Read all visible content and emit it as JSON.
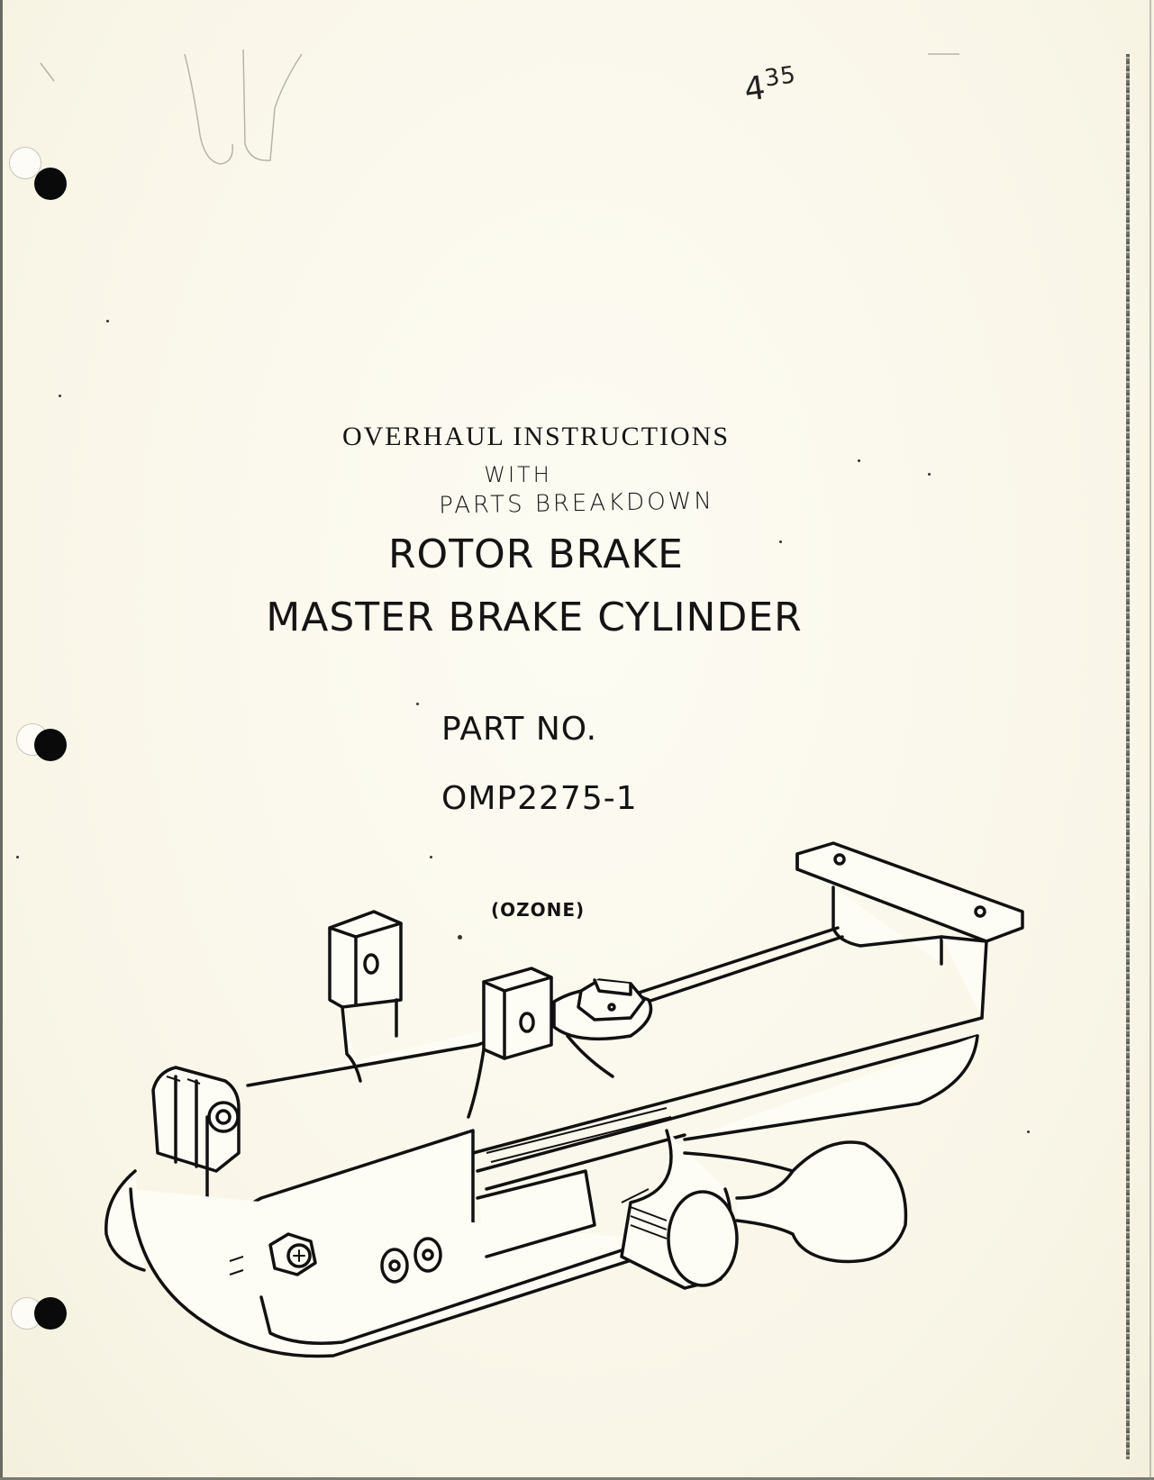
{
  "document": {
    "handwritten_number": {
      "base": "4",
      "superscript": "35"
    },
    "title_lines": {
      "line1": "OVERHAUL INSTRUCTIONS",
      "line2": "WITH",
      "line3": "PARTS BREAKDOWN",
      "line4": "ROTOR BRAKE",
      "line5": "MASTER BRAKE CYLINDER"
    },
    "part_number_label": "PART NO.",
    "part_number_value": "OMP2275-1",
    "manufacturer_note": "(OZONE)",
    "illustration": "master-brake-cylinder-isometric-line-drawing",
    "binder_holes": 3,
    "colors": {
      "paper": "#fbf9ee",
      "ink": "#141414"
    }
  }
}
